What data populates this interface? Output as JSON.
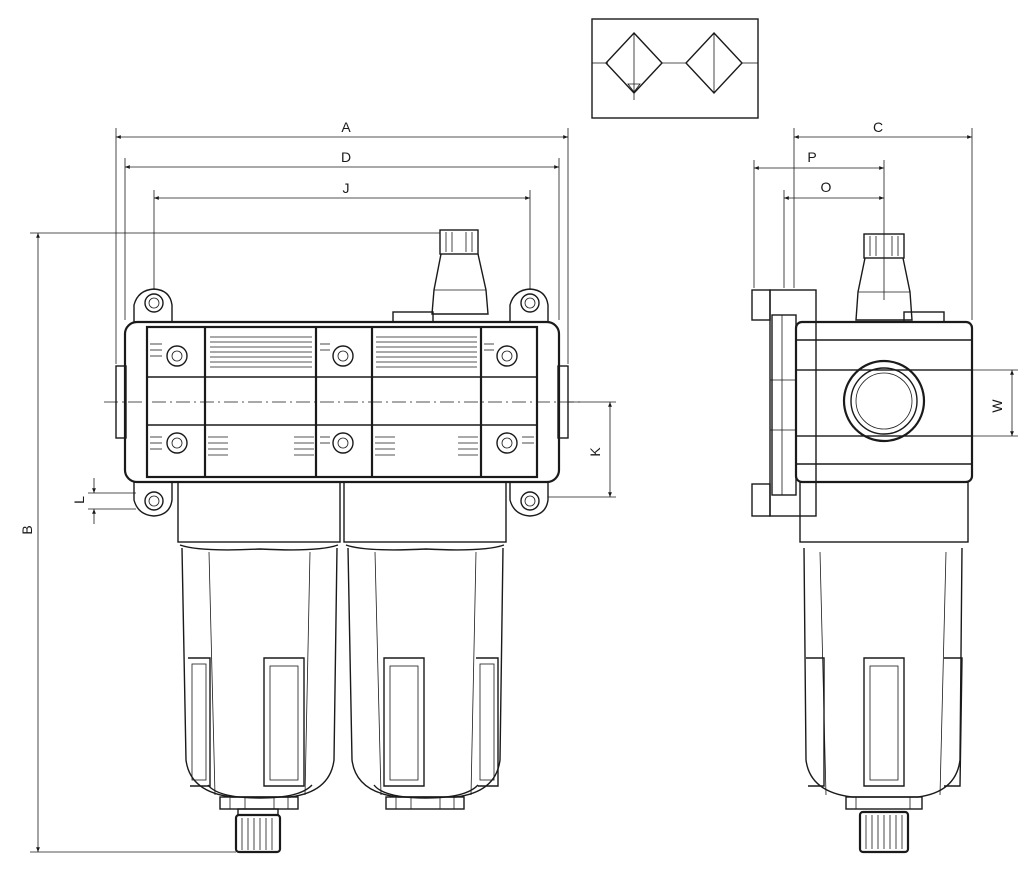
{
  "drawing": {
    "dimensions": {
      "A": "A",
      "B": "B",
      "C": "C",
      "D": "D",
      "J": "J",
      "K": "K",
      "L": "L",
      "O": "O",
      "P": "P",
      "W": "W"
    },
    "symbol": {
      "components": [
        "filter-with-drain",
        "filter"
      ]
    },
    "views": [
      "front-view",
      "side-view"
    ]
  }
}
